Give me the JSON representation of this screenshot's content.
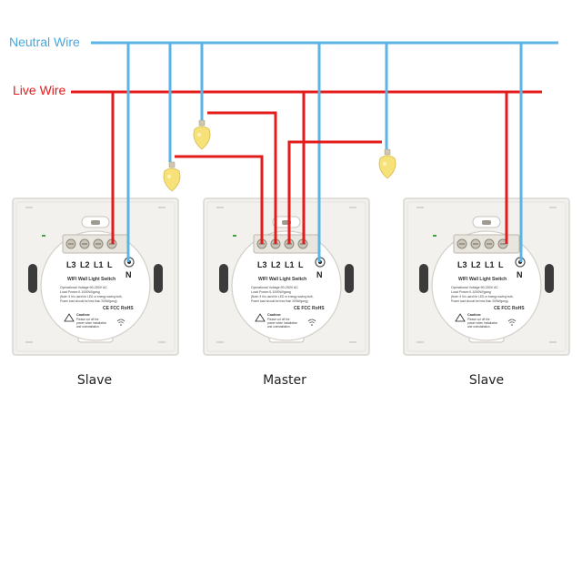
{
  "labels": {
    "neutral": "Neutral Wire",
    "live": "Live Wire"
  },
  "colors": {
    "neutral": "#5ab4e6",
    "live": "#e31b1b",
    "plate": "#f3f1ee",
    "plate_edge": "#d9d6d1",
    "bulb": "#f7e27a",
    "terminal": "#c9c3b8"
  },
  "switches": [
    {
      "caption": "Slave",
      "terminals": [
        "L3",
        "L2",
        "L1",
        "L"
      ],
      "neutral_terminal": "N",
      "product": "WIFI Wall Light Switch",
      "spec1": "Operational Voltage:90-250V AC",
      "spec2": "Load Power:0-1000W/gang",
      "spec3": "(Note: if it is used for LED or energy saving bulb,",
      "spec4": "Power load should be less than 300W/gang)",
      "cert": "CE FCC RoHS",
      "caution_title": "Caution:",
      "caution1": "Please cut off the",
      "caution2": "power when installation",
      "caution3": "and uninstallation."
    },
    {
      "caption": "Master",
      "terminals": [
        "L3",
        "L2",
        "L1",
        "L"
      ],
      "neutral_terminal": "N",
      "product": "WIFI Wall Light Switch",
      "spec1": "Operational Voltage:90-250V AC",
      "spec2": "Load Power:0-1000W/gang",
      "spec3": "(Note: if it is used for LED or energy saving bulb,",
      "spec4": "Power load should be less than 300W/gang)",
      "cert": "CE FCC RoHS",
      "caution_title": "Caution:",
      "caution1": "Please cut off the",
      "caution2": "power when installation",
      "caution3": "and uninstallation."
    },
    {
      "caption": "Slave",
      "terminals": [
        "L3",
        "L2",
        "L1",
        "L"
      ],
      "neutral_terminal": "N",
      "product": "WIFI Wall Light Switch",
      "spec1": "Operational Voltage:90-250V AC",
      "spec2": "Load Power:0-1000W/gang",
      "spec3": "(Note: if it is used for LED or energy saving bulb,",
      "spec4": "Power load should be less than 300W/gang)",
      "cert": "CE FCC RoHS",
      "caution_title": "Caution:",
      "caution1": "Please cut off the",
      "caution2": "power when installation",
      "caution3": "and uninstallation."
    }
  ]
}
